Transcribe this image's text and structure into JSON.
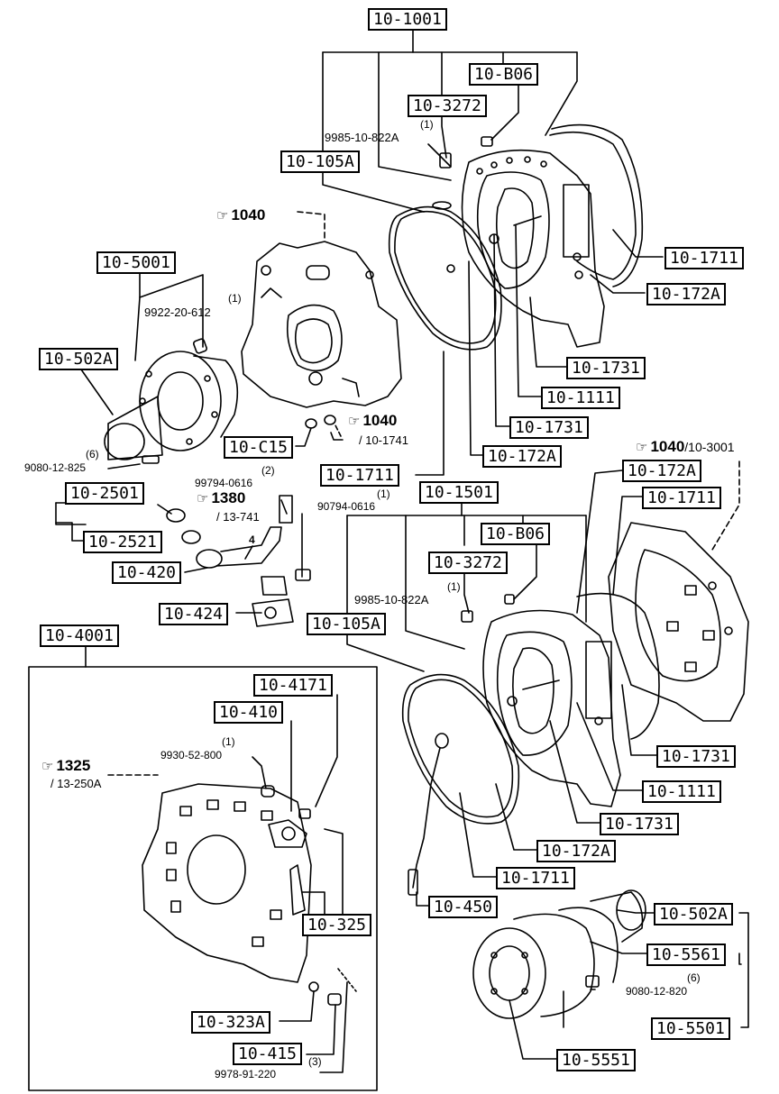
{
  "labels": {
    "l10_1001": "10-1001",
    "l10_b06_top": "10-B06",
    "l10_3272_top": "10-3272",
    "l10_105a_top": "10-105A",
    "l10_5001": "10-5001",
    "l10_502a_left": "10-502A",
    "l10_1711_r1": "10-1711",
    "l10_172a_r1": "10-172A",
    "l10_1731_r1": "10-1731",
    "l10_1111_r1": "10-1111",
    "l10_1731_r2": "10-1731",
    "l10_172a_r2": "10-172A",
    "l10_c15": "10-C15",
    "l10_1711_mid": "10-1711",
    "l10_172a_r3": "10-172A",
    "l10_1711_r3": "10-1711",
    "l10_2501": "10-2501",
    "l10_2521": "10-2521",
    "l10_1501": "10-1501",
    "l10_b06_mid": "10-B06",
    "l10_3272_mid": "10-3272",
    "l10_420": "10-420",
    "l10_424": "10-424",
    "l10_105a_mid": "10-105A",
    "l10_4001": "10-4001",
    "l10_4171": "10-4171",
    "l10_410": "10-410",
    "l10_1731_r4": "10-1731",
    "l10_1111_r4": "10-1111",
    "l10_1731_r5": "10-1731",
    "l10_172a_r5": "10-172A",
    "l10_1711_r5": "10-1711",
    "l10_450": "10-450",
    "l10_325": "10-325",
    "l10_502a_right": "10-502A",
    "l10_5561": "10-5561",
    "l10_5501": "10-5501",
    "l10_323a": "10-323A",
    "l10_415": "10-415",
    "l10_5551": "10-5551"
  },
  "part_numbers": {
    "p9985_top_qty": "(1)",
    "p9985_top": "9985-10-822A",
    "p9922_qty": "(1)",
    "p9922": "9922-20-612",
    "p9080_top_qty": "(6)",
    "p9080_top": "9080-12-825",
    "p99794_qty": "(2)",
    "p99794": "99794-0616",
    "p90794_qty": "(1)",
    "p90794": "90794-0616",
    "p9985_mid_qty": "(1)",
    "p9985_mid": "9985-10-822A",
    "p9930_qty": "(1)",
    "p9930": "9930-52-800",
    "p9080_bot_qty": "(6)",
    "p9080_bot": "9080-12-820",
    "p9978_qty": "(3)",
    "p9978": "9978-91-220"
  },
  "references": {
    "ref1040_a": "1040",
    "ref1040_b": "1040",
    "ref1040_b_sub": "/ 10-1741",
    "ref1040_c": "1040",
    "ref1040_c_sub": "/10-3001",
    "ref1380": "1380",
    "ref1380_sub": "/ 13-741",
    "ref1325": "1325",
    "ref1325_sub": "/ 13-250A",
    "small_4": "4"
  },
  "icons": {
    "pointer": "pointing-hand-icon",
    "pointer_glyph": "☞"
  },
  "colors": {
    "ink": "#000000",
    "paper": "#ffffff"
  }
}
